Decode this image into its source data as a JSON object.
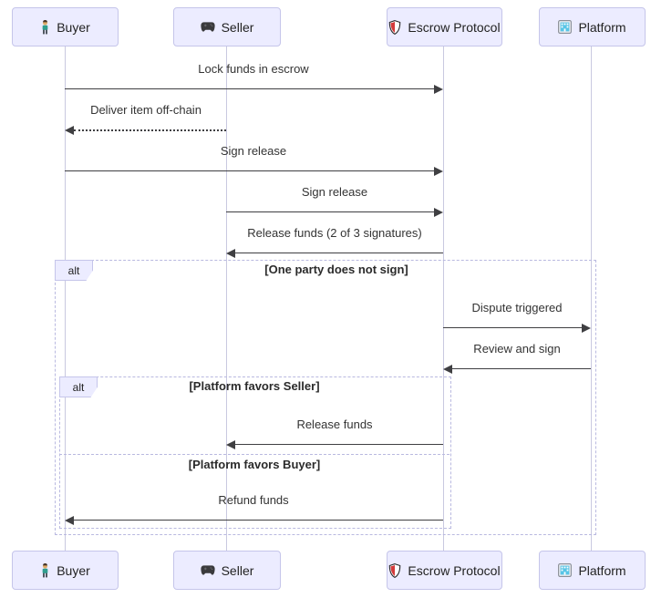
{
  "diagram_type": "sequence-diagram",
  "actors": [
    {
      "label": "Buyer",
      "icon": "person-icon"
    },
    {
      "label": "Seller",
      "icon": "game-controller-icon"
    },
    {
      "label": "Escrow Protocol",
      "icon": "shield-icon"
    },
    {
      "label": "Platform",
      "icon": "building-icon"
    }
  ],
  "messages": [
    {
      "from": "Buyer",
      "to": "Escrow Protocol",
      "style": "solid",
      "label": "Lock funds in escrow"
    },
    {
      "from": "Seller",
      "to": "Buyer",
      "style": "dotted",
      "label": "Deliver item off-chain"
    },
    {
      "from": "Buyer",
      "to": "Escrow Protocol",
      "style": "solid",
      "label": "Sign release"
    },
    {
      "from": "Seller",
      "to": "Escrow Protocol",
      "style": "solid",
      "label": "Sign release"
    },
    {
      "from": "Escrow Protocol",
      "to": "Seller",
      "style": "solid",
      "label": "Release funds (2 of 3 signatures)"
    },
    {
      "from": "Escrow Protocol",
      "to": "Platform",
      "style": "solid",
      "label": "Dispute triggered"
    },
    {
      "from": "Platform",
      "to": "Escrow Protocol",
      "style": "solid",
      "label": "Review and sign"
    },
    {
      "from": "Escrow Protocol",
      "to": "Seller",
      "style": "solid",
      "label": "Release funds"
    },
    {
      "from": "Escrow Protocol",
      "to": "Buyer",
      "style": "solid",
      "label": "Refund funds"
    }
  ],
  "frames": {
    "outer": {
      "tag": "alt",
      "condition": "[One party does not sign]"
    },
    "inner": {
      "tag": "alt",
      "condition1": "[Platform favors Seller]",
      "condition2": "[Platform favors Buyer]"
    }
  },
  "colors": {
    "actor_fill": "#ECECFF",
    "actor_border": "#c5c5ea",
    "frame_border": "#b9b9e0",
    "arrow": "#3f3f42",
    "text": "#333333",
    "lifeline": "#c9c9e0"
  }
}
